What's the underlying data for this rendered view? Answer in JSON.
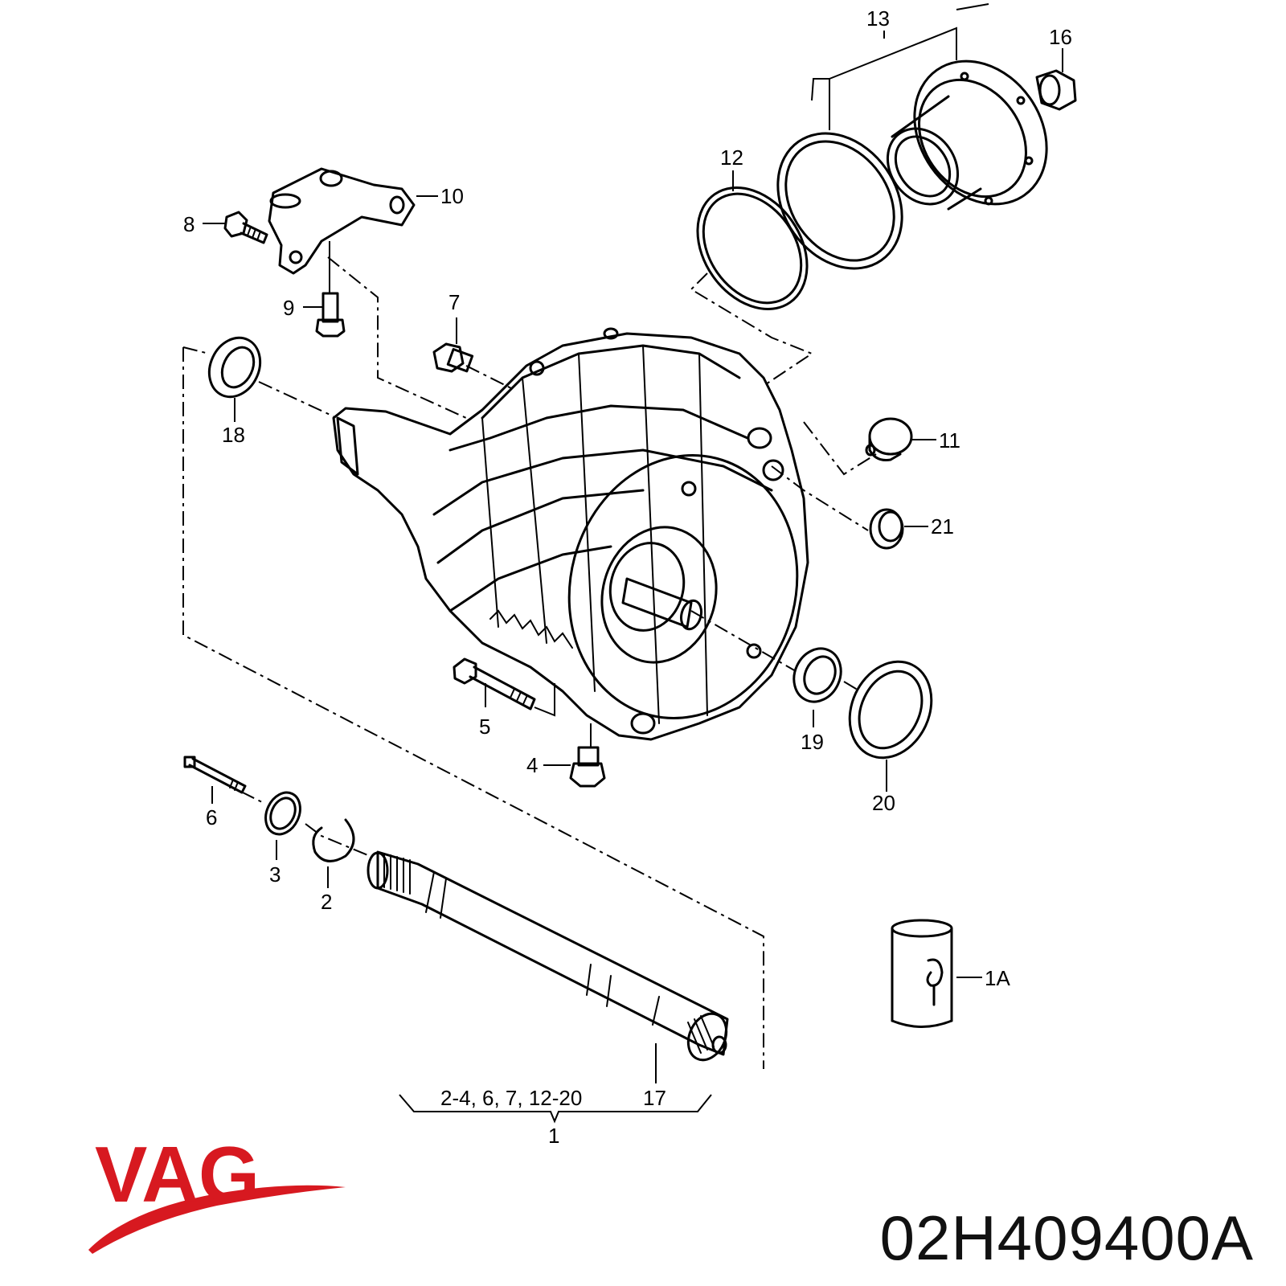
{
  "callouts": {
    "c1": "1",
    "c1A": "1A",
    "c2": "2",
    "c3": "3",
    "c4": "4",
    "c5": "5",
    "c6": "6",
    "c7": "7",
    "c8": "8",
    "c9": "9",
    "c10": "10",
    "c11": "11",
    "c12": "12",
    "c13": "13",
    "c16": "16",
    "c17": "17",
    "c18": "18",
    "c19": "19",
    "c20": "20",
    "c21": "21",
    "group_range": "2-4, 6, 7, 12-20"
  },
  "brand": {
    "name": "VAG",
    "color": "#d71920"
  },
  "part_number": "02H409400A"
}
